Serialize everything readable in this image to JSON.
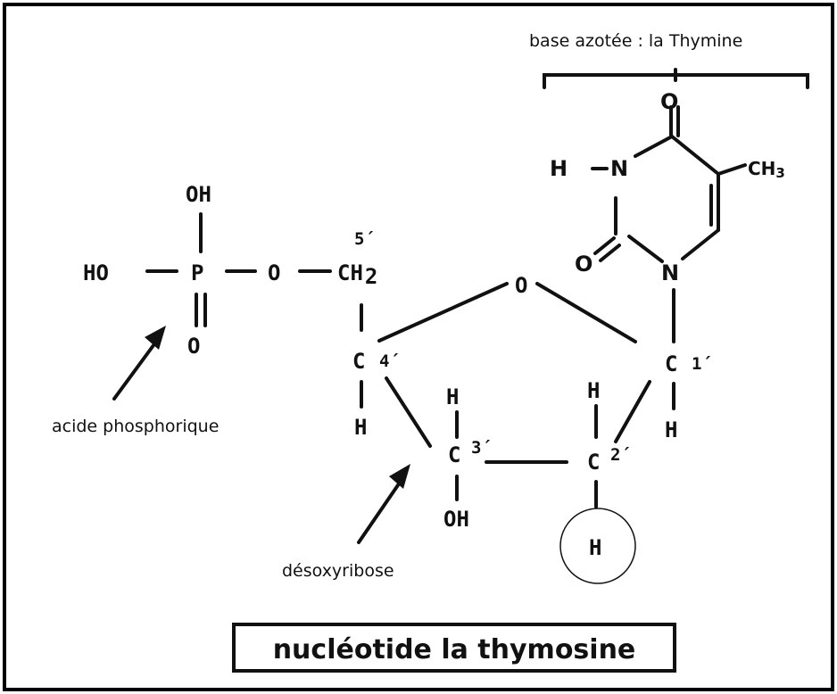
{
  "title": "nucléotide la thymosine",
  "labels": {
    "base": "base azotée : la Thymine",
    "acid": "acide phosphorique",
    "sugar": "désoxyribose"
  },
  "atoms": {
    "oh_top": "OH",
    "ho_left": "HO",
    "p": "P",
    "o_dbl": "O",
    "o_link": "O",
    "ch2": "CH",
    "sub2": "2",
    "ring_o": "O",
    "c4": "C",
    "h4": "H",
    "c3": "C",
    "h3": "H",
    "oh3": "OH",
    "c2": "C",
    "h2_top": "H",
    "h2_circle": "H",
    "c1": "C",
    "h1": "H",
    "n3": "N",
    "h_n": "H",
    "o_top": "O",
    "ch3": "CH",
    "sub3": "3",
    "o_left": "O",
    "n1": "N"
  },
  "primes": {
    "p5": "5´",
    "p4": "4´",
    "p3": "3´",
    "p2": "2´",
    "p1": "1´"
  }
}
